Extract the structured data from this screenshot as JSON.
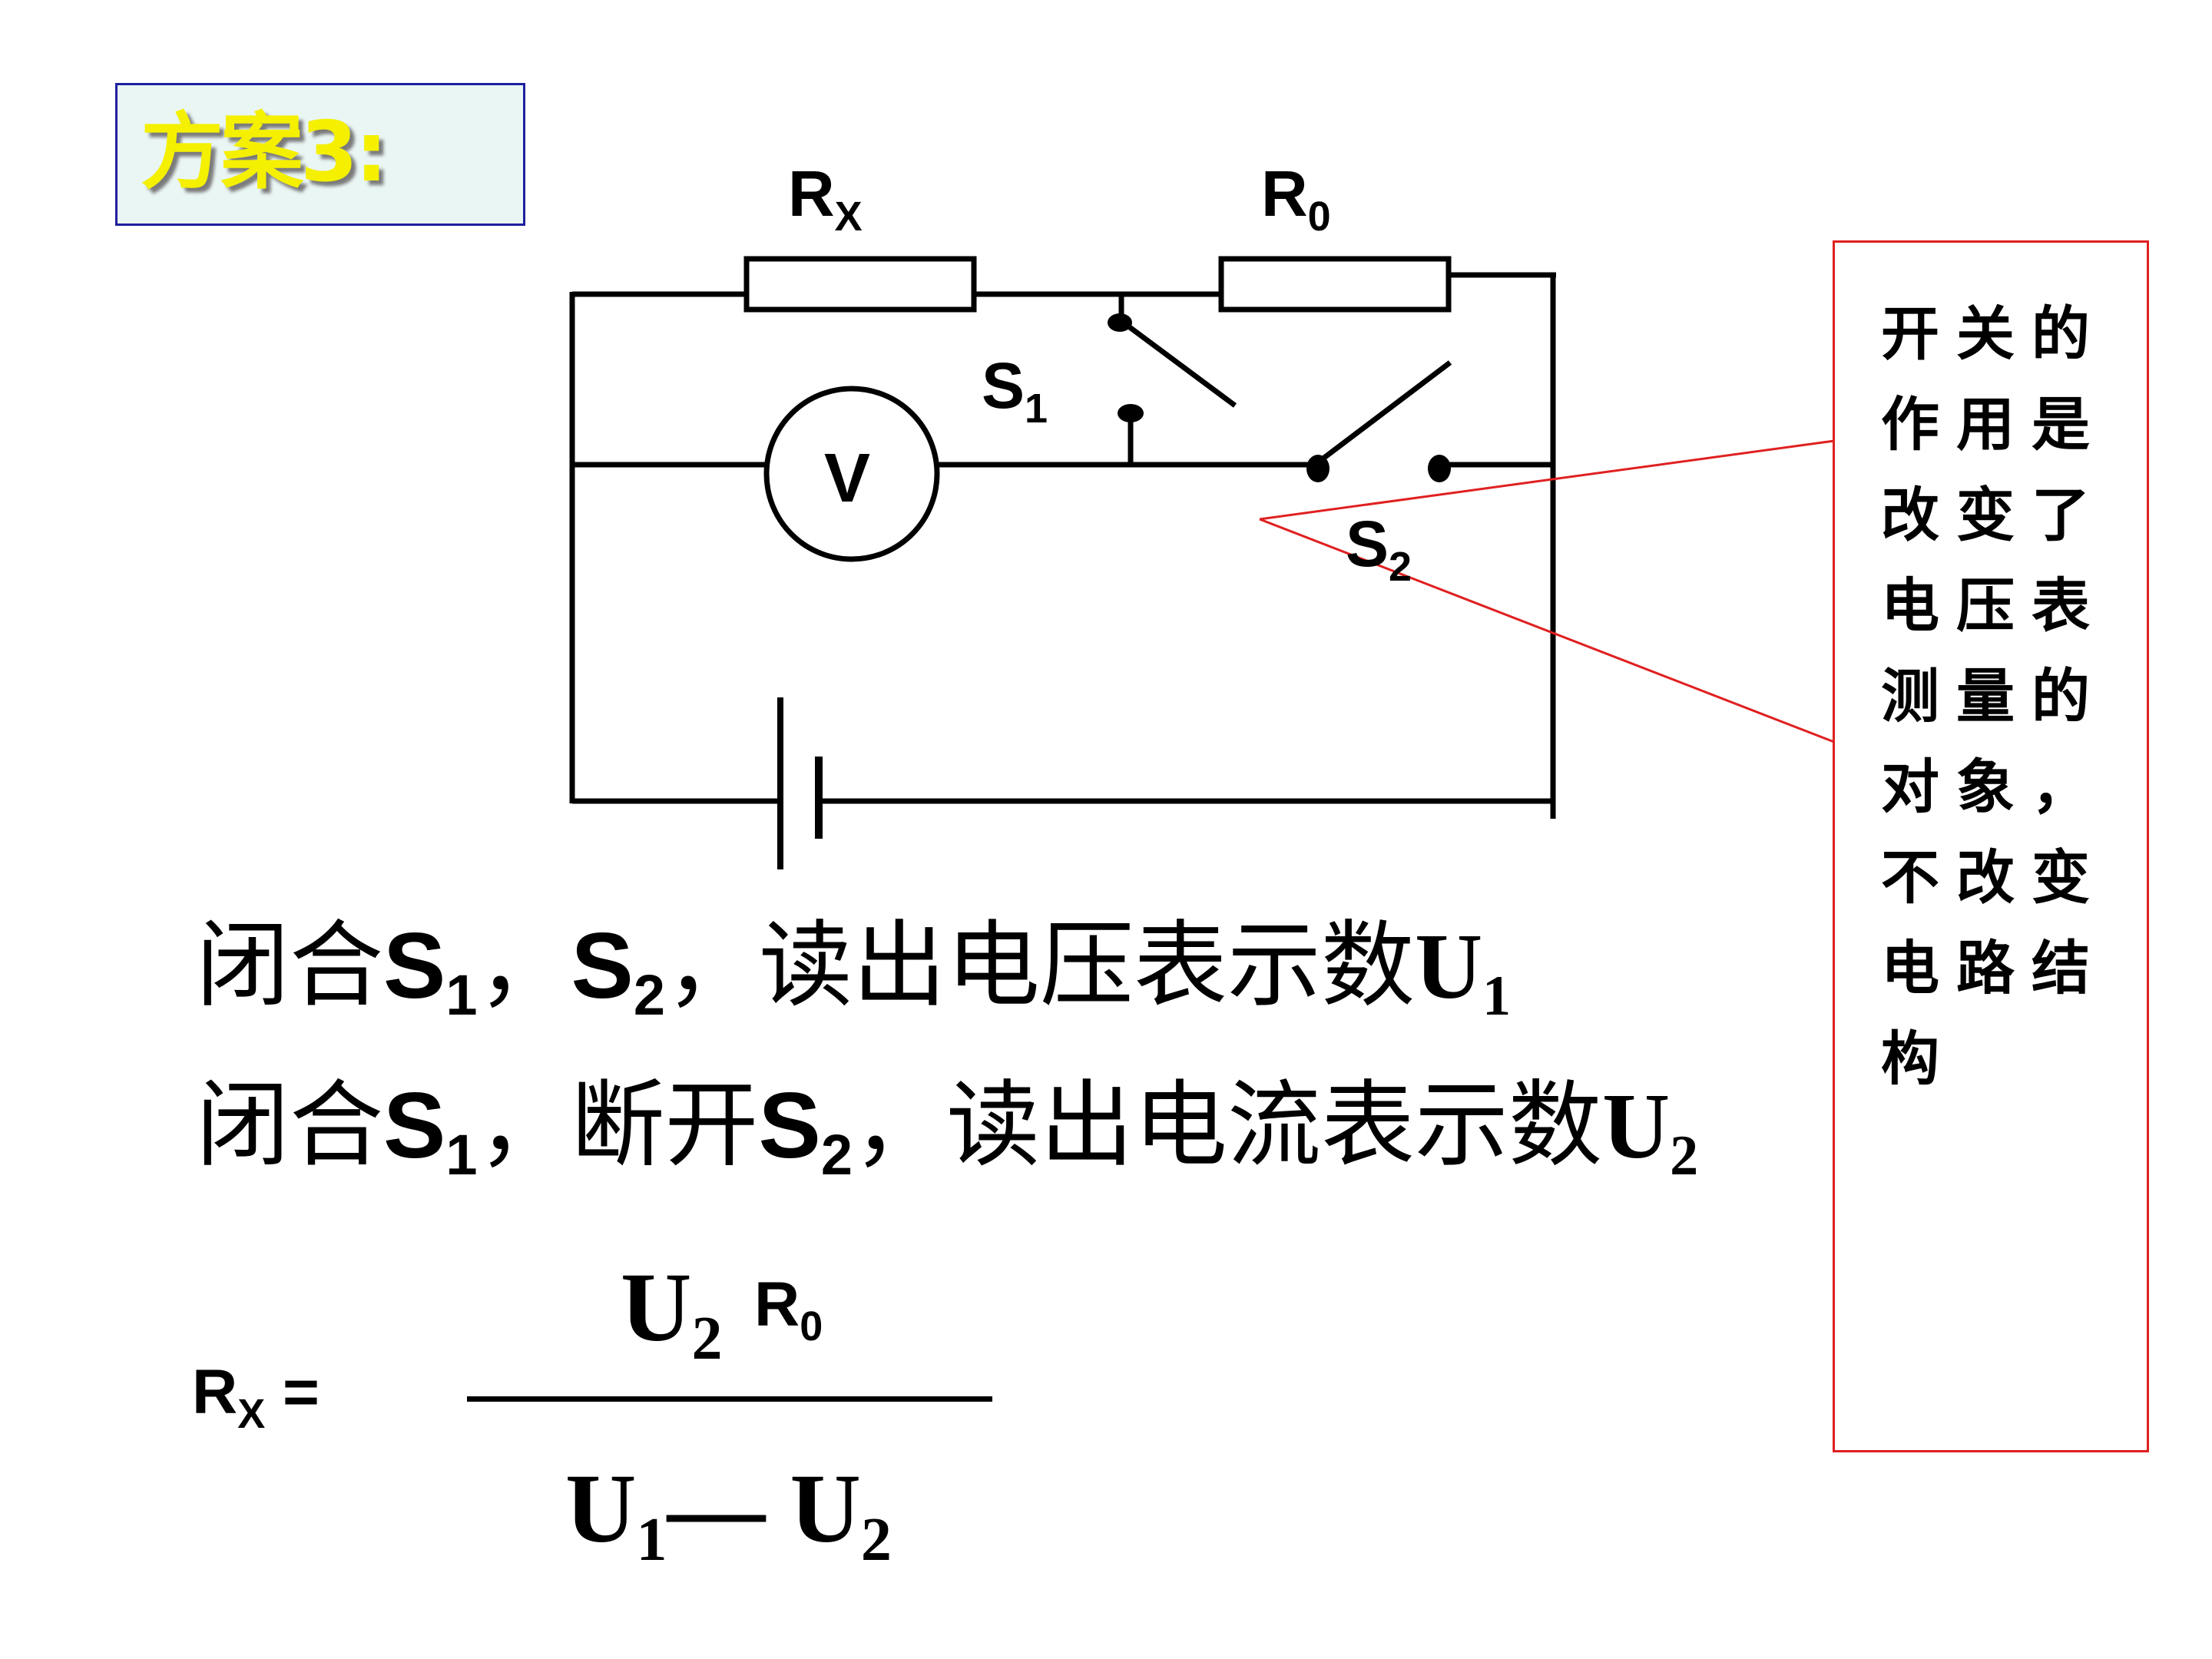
{
  "title": "方案3:",
  "circuit": {
    "resistor_x_label": "R",
    "resistor_x_sub": "X",
    "resistor_0_label": "R",
    "resistor_0_sub": "0",
    "switch_1_label": "S",
    "switch_1_sub": "1",
    "switch_2_label": "S",
    "switch_2_sub": "2",
    "voltmeter_label": "V"
  },
  "callout": {
    "text": "开关的作用是改变了电压表测量的对象，不改变电路结构"
  },
  "steps": [
    {
      "prefix": "闭合",
      "s1": "S",
      "s1_sub": "1",
      "sep1": "，",
      "middle": "",
      "s2": "S",
      "s2_sub": "2",
      "sep2": "，",
      "suffix": "读出电压表示数",
      "u": "U",
      "u_sub": "1"
    },
    {
      "prefix": "闭合",
      "s1": "S",
      "s1_sub": "1",
      "sep1": "，",
      "middle": "断开",
      "s2": "S",
      "s2_sub": "2",
      "sep2": "，",
      "suffix": "读出电流表示数",
      "u": "U",
      "u_sub": "2"
    }
  ],
  "formula": {
    "lhs": "R",
    "lhs_sub": "X",
    "equals": " =",
    "num_u": "U",
    "num_u_sub": "2",
    "num_r": "R",
    "num_r_sub": "0",
    "den_u1": "U",
    "den_u1_sub": "1",
    "den_minus": "—",
    "den_u2": "U",
    "den_u2_sub": "2"
  },
  "colors": {
    "title_text": "#f4f000",
    "title_bg": "#eaf6f4",
    "title_border": "#1f1f9f",
    "callout_border": "#e02020"
  }
}
